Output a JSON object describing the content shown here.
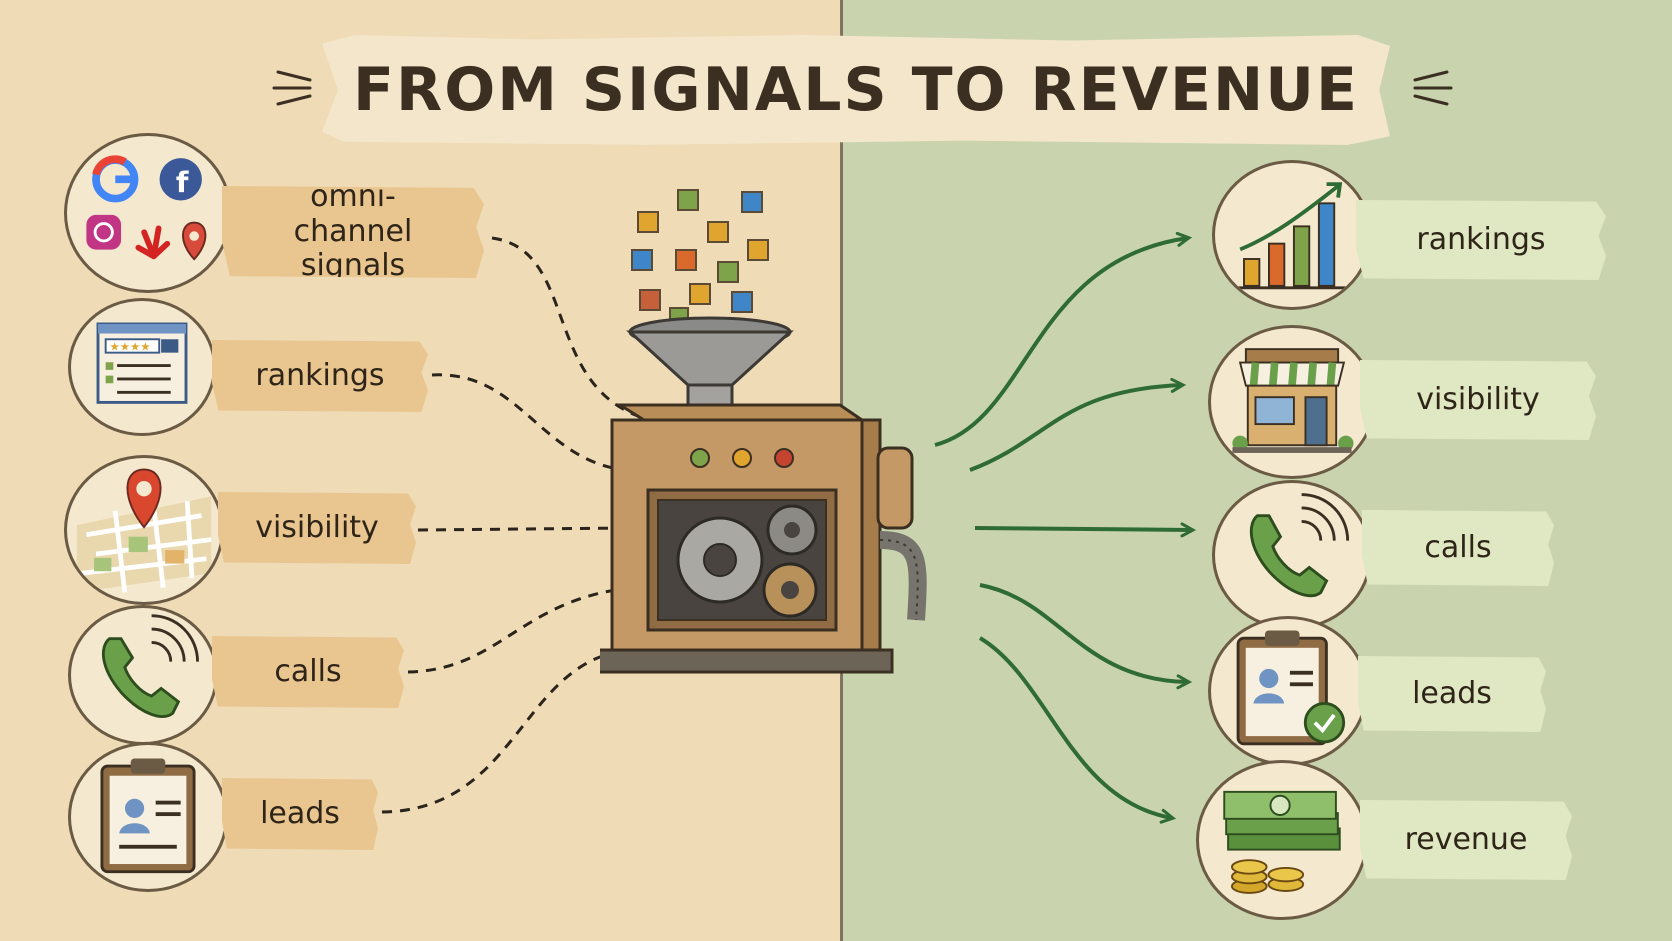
{
  "title": "FROM SIGNALS TO REVENUE",
  "inputs": [
    {
      "label": "omni-channel signals",
      "icon": "social-logos-icon"
    },
    {
      "label": "rankings",
      "icon": "search-results-icon"
    },
    {
      "label": "visibility",
      "icon": "map-pin-icon"
    },
    {
      "label": "calls",
      "icon": "phone-icon"
    },
    {
      "label": "leads",
      "icon": "clipboard-contact-icon"
    }
  ],
  "outputs": [
    {
      "label": "rankings",
      "icon": "bar-chart-up-icon"
    },
    {
      "label": "visibility",
      "icon": "storefront-icon"
    },
    {
      "label": "calls",
      "icon": "phone-icon"
    },
    {
      "label": "leads",
      "icon": "clipboard-check-icon"
    },
    {
      "label": "revenue",
      "icon": "money-stack-icon"
    }
  ],
  "colors": {
    "left_background": "#efdcb6",
    "right_background": "#c9d4ae",
    "input_arrows": "#2b241c",
    "output_arrows": "#2f6b34",
    "left_tag": "#e9c690",
    "right_tag": "#dfe8c2"
  }
}
